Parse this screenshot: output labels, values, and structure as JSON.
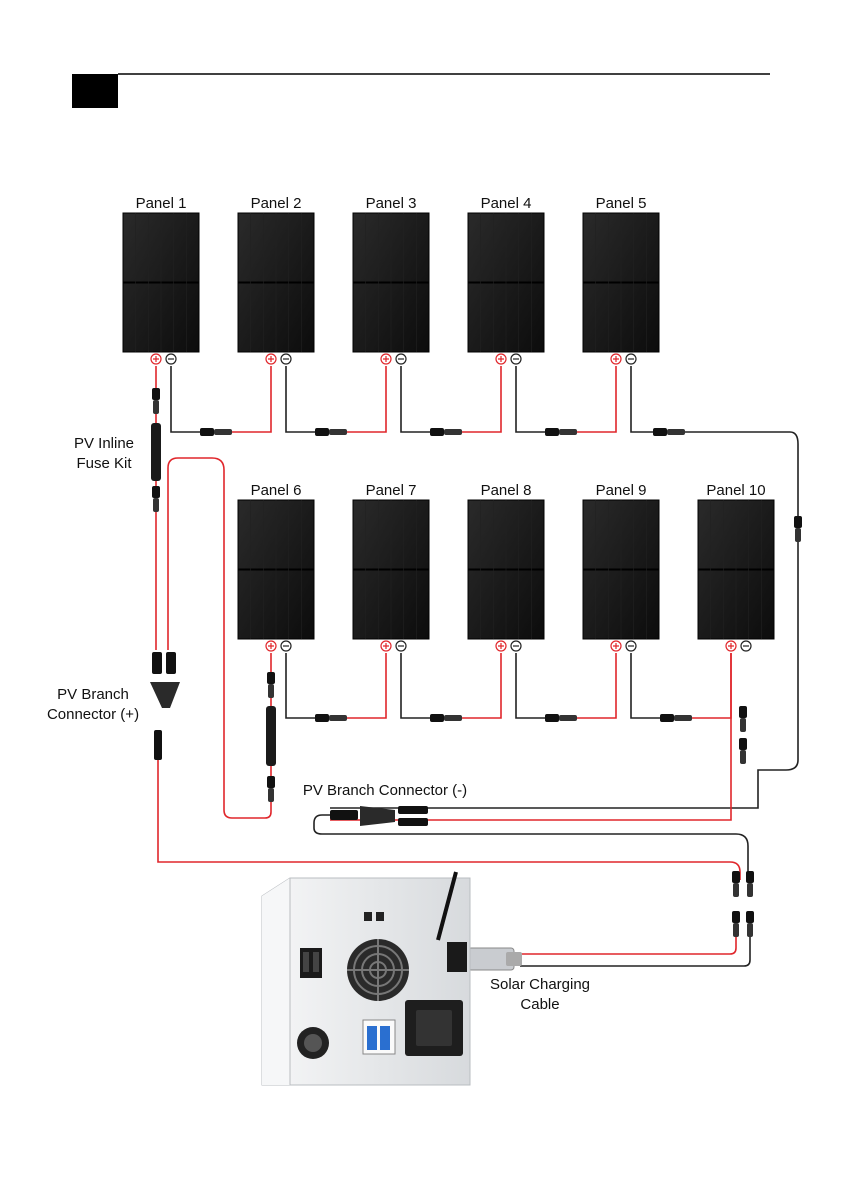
{
  "header": {
    "section_marker": ""
  },
  "panels": {
    "top_row": [
      "Panel 1",
      "Panel 2",
      "Panel 3",
      "Panel 4",
      "Panel 5"
    ],
    "bottom_row": [
      "Panel 6",
      "Panel 7",
      "Panel 8",
      "Panel 9",
      "Panel 10"
    ]
  },
  "labels": {
    "fuse_kit_line1": "PV Inline",
    "fuse_kit_line2": "Fuse Kit",
    "branch_pos_line1": "PV Branch",
    "branch_pos_line2": "Connector (+)",
    "branch_neg": "PV Branch Connector (-)",
    "cable_line1": "Solar Charging",
    "cable_line2": "Cable"
  },
  "colors": {
    "positive_wire": "#e0262b",
    "negative_wire": "#222222",
    "panel": "#141414",
    "unit_body": "#e6e8ea"
  },
  "icons": [
    "plus-terminal-icon",
    "minus-terminal-icon",
    "fan-grille-icon",
    "antenna-icon"
  ]
}
